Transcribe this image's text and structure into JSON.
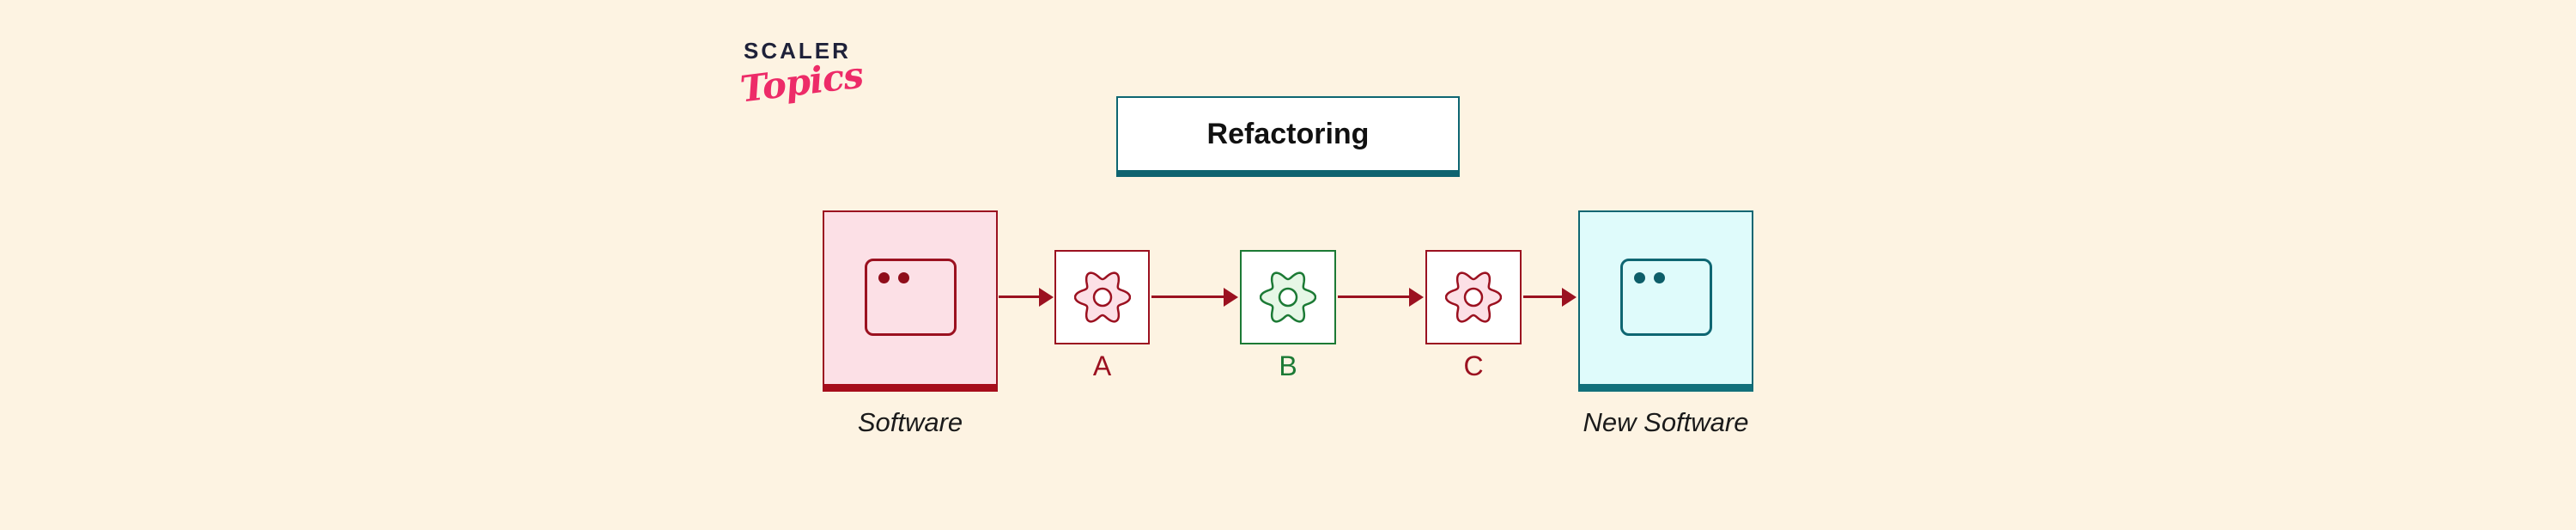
{
  "background": "#FDF3E2",
  "logo": {
    "brand": "SCALER",
    "sub": "Topics",
    "brand_color": "#1E2139",
    "sub_color": "#ED2B68"
  },
  "title": {
    "label": "Refactoring",
    "border_color": "#0E6672",
    "bar_color": "#0F6370"
  },
  "flow": {
    "source": {
      "label": "Software",
      "fill": "#FCE0E6",
      "border": "#9B1120",
      "bar": "#A60D1B",
      "dot": "#8F0D1A",
      "icon": "app-window-icon"
    },
    "steps": [
      {
        "label": "A",
        "color": "#9B1120",
        "gear_fill": "#FCE0E6",
        "icon": "gear-icon"
      },
      {
        "label": "B",
        "color": "#1C7A35",
        "gear_fill": "#E6F7E6",
        "icon": "gear-icon"
      },
      {
        "label": "C",
        "color": "#9B1120",
        "gear_fill": "#FCE0E6",
        "icon": "gear-icon"
      }
    ],
    "target": {
      "label": "New Software",
      "fill": "#DFFBFB",
      "border": "#0E6672",
      "bar": "#12707B",
      "dot": "#0D5E69",
      "icon": "app-window-icon"
    },
    "arrow_color": "#9B1120"
  }
}
